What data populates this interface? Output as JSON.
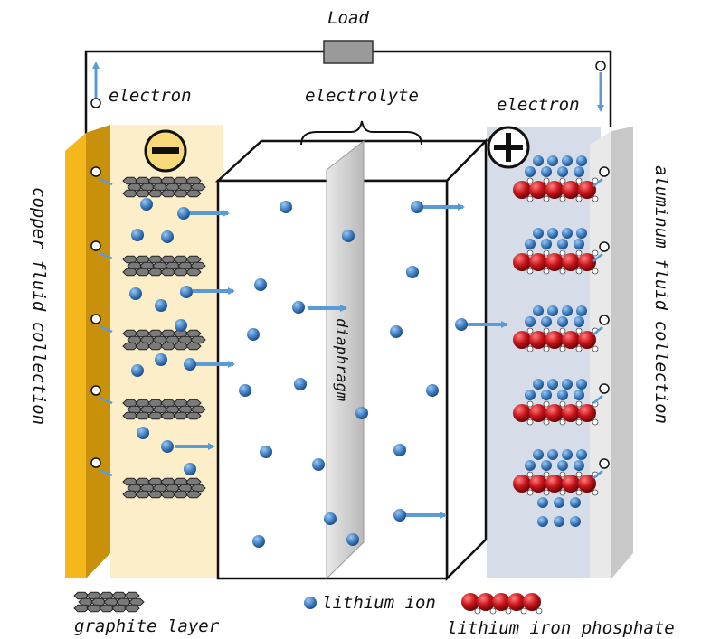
{
  "labels": {
    "load": "Load",
    "electrolyte": "electrolyte",
    "electron_left": "electron",
    "electron_right": "electron",
    "copper": "copper fluid collection",
    "aluminum": "aluminum fluid collection",
    "diaphragm": "diaphragm",
    "graphite_layer": "graphite layer",
    "lithium_ion": "lithium ion",
    "lithium_iron_phosphate": "lithium iron phosphate"
  },
  "symbols": {
    "negative": "minus-sign",
    "positive": "plus-sign"
  },
  "colors": {
    "copper": "#f5b81c",
    "copper_dark": "#c9900c",
    "anode_bg": "#fbeec8",
    "cathode_bg": "#d6dde8",
    "aluminum": "#c8c8c8",
    "ion": "#3f7fc2",
    "phosphate": "#c8141a",
    "arrow": "#5b9bd5",
    "graphite": "#555555",
    "diaphragm": "#cfcfcf"
  }
}
